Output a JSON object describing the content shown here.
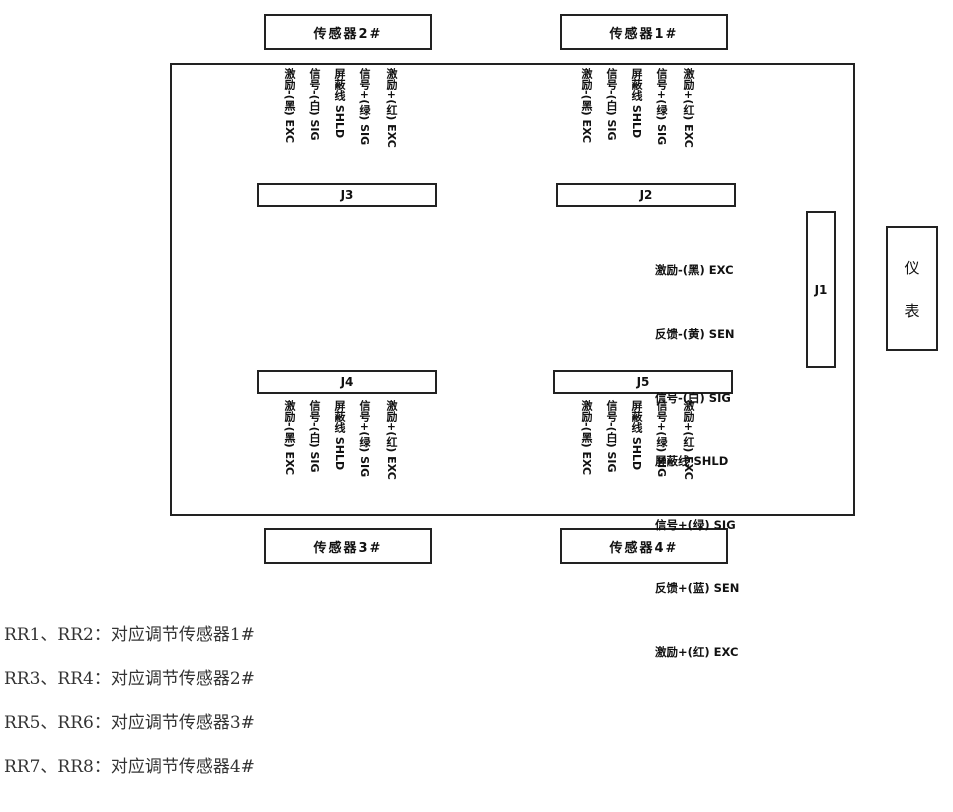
{
  "sensors": {
    "s1": "传感器1#",
    "s2": "传感器2#",
    "s3": "传感器3#",
    "s4": "传感器4#"
  },
  "connectors": {
    "j1": "J1",
    "j2": "J2",
    "j3": "J3",
    "j4": "J4",
    "j5": "J5"
  },
  "instrument": {
    "line1": "仪",
    "line2": "表"
  },
  "wires": [
    "激励-(黑) EXC",
    "信号-(白) SIG",
    "屏蔽线 SHLD",
    "信号+(绿) SIG",
    "激励+(红) EXC"
  ],
  "j1_wires": [
    "激励-(黑) EXC",
    "反馈-(黄) SEN",
    "信号-(白) SIG",
    "屏蔽线 SHLD",
    "信号+(绿) SIG",
    "反馈+(蓝) SEN",
    "激励+(红) EXC"
  ],
  "notes": [
    "RR1、RR2：对应调节传感器1#",
    "RR3、RR4：对应调节传感器2#",
    "RR5、RR6：对应调节传感器3#",
    "RR7、RR8：对应调节传感器4#"
  ]
}
